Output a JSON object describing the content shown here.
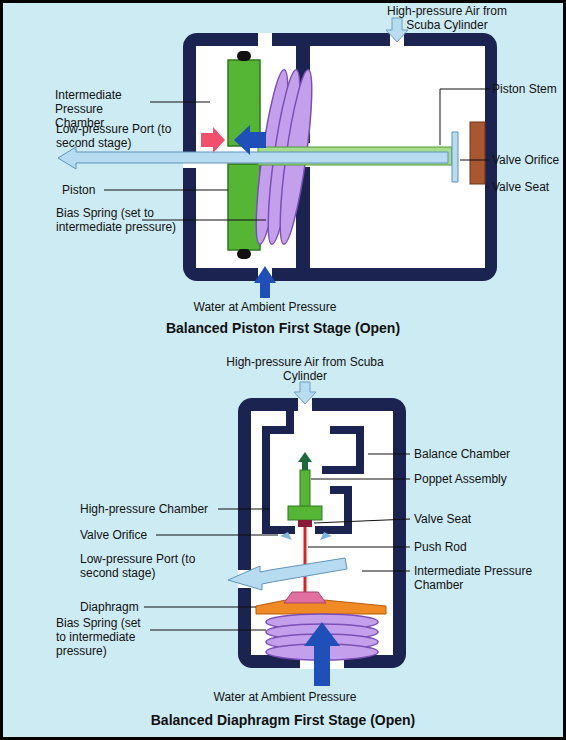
{
  "diagram": {
    "labels": [
      "High-pressure Air from Scuba Cylinder",
      "Intermediate Pressure Chamber",
      "Low-pressure Port (to second stage)",
      "Piston",
      "Bias Spring (set to intermediate pressure)",
      "Piston Stem",
      "Valve Orifice",
      "Valve Seat",
      "Water at Ambient Pressure",
      "Balanced Piston First Stage (Open)",
      "High-pressure Air from Scuba Cylinder",
      "Balance Chamber",
      "Poppet Assembly",
      "High-pressure Chamber",
      "Valve Orifice",
      "Valve Seat",
      "Low-pressure Port (to second stage)",
      "Push Rod",
      "Intermediate Pressure Chamber",
      "Diaphragm",
      "Bias Spring (set to intermediate pressure)",
      "Water at Ambient Pressure",
      "Balanced Diaphragm First Stage (Open)"
    ]
  }
}
